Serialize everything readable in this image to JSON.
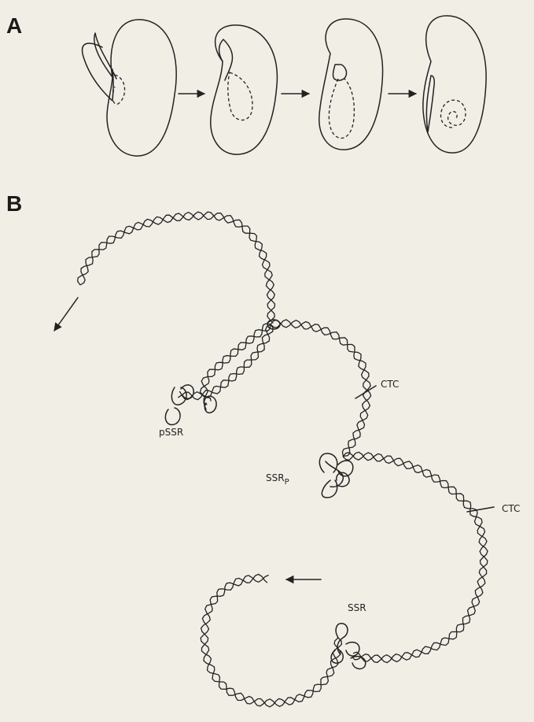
{
  "panels": {
    "a": {
      "letter": "A"
    },
    "b": {
      "letter": "B"
    }
  },
  "labels": {
    "pssr": "pSSR",
    "ssrp_main": "SSR",
    "ssrp_sub": "P",
    "ctc_upper": "CTC",
    "ctc_lower": "CTC",
    "ssr": "SSR"
  }
}
